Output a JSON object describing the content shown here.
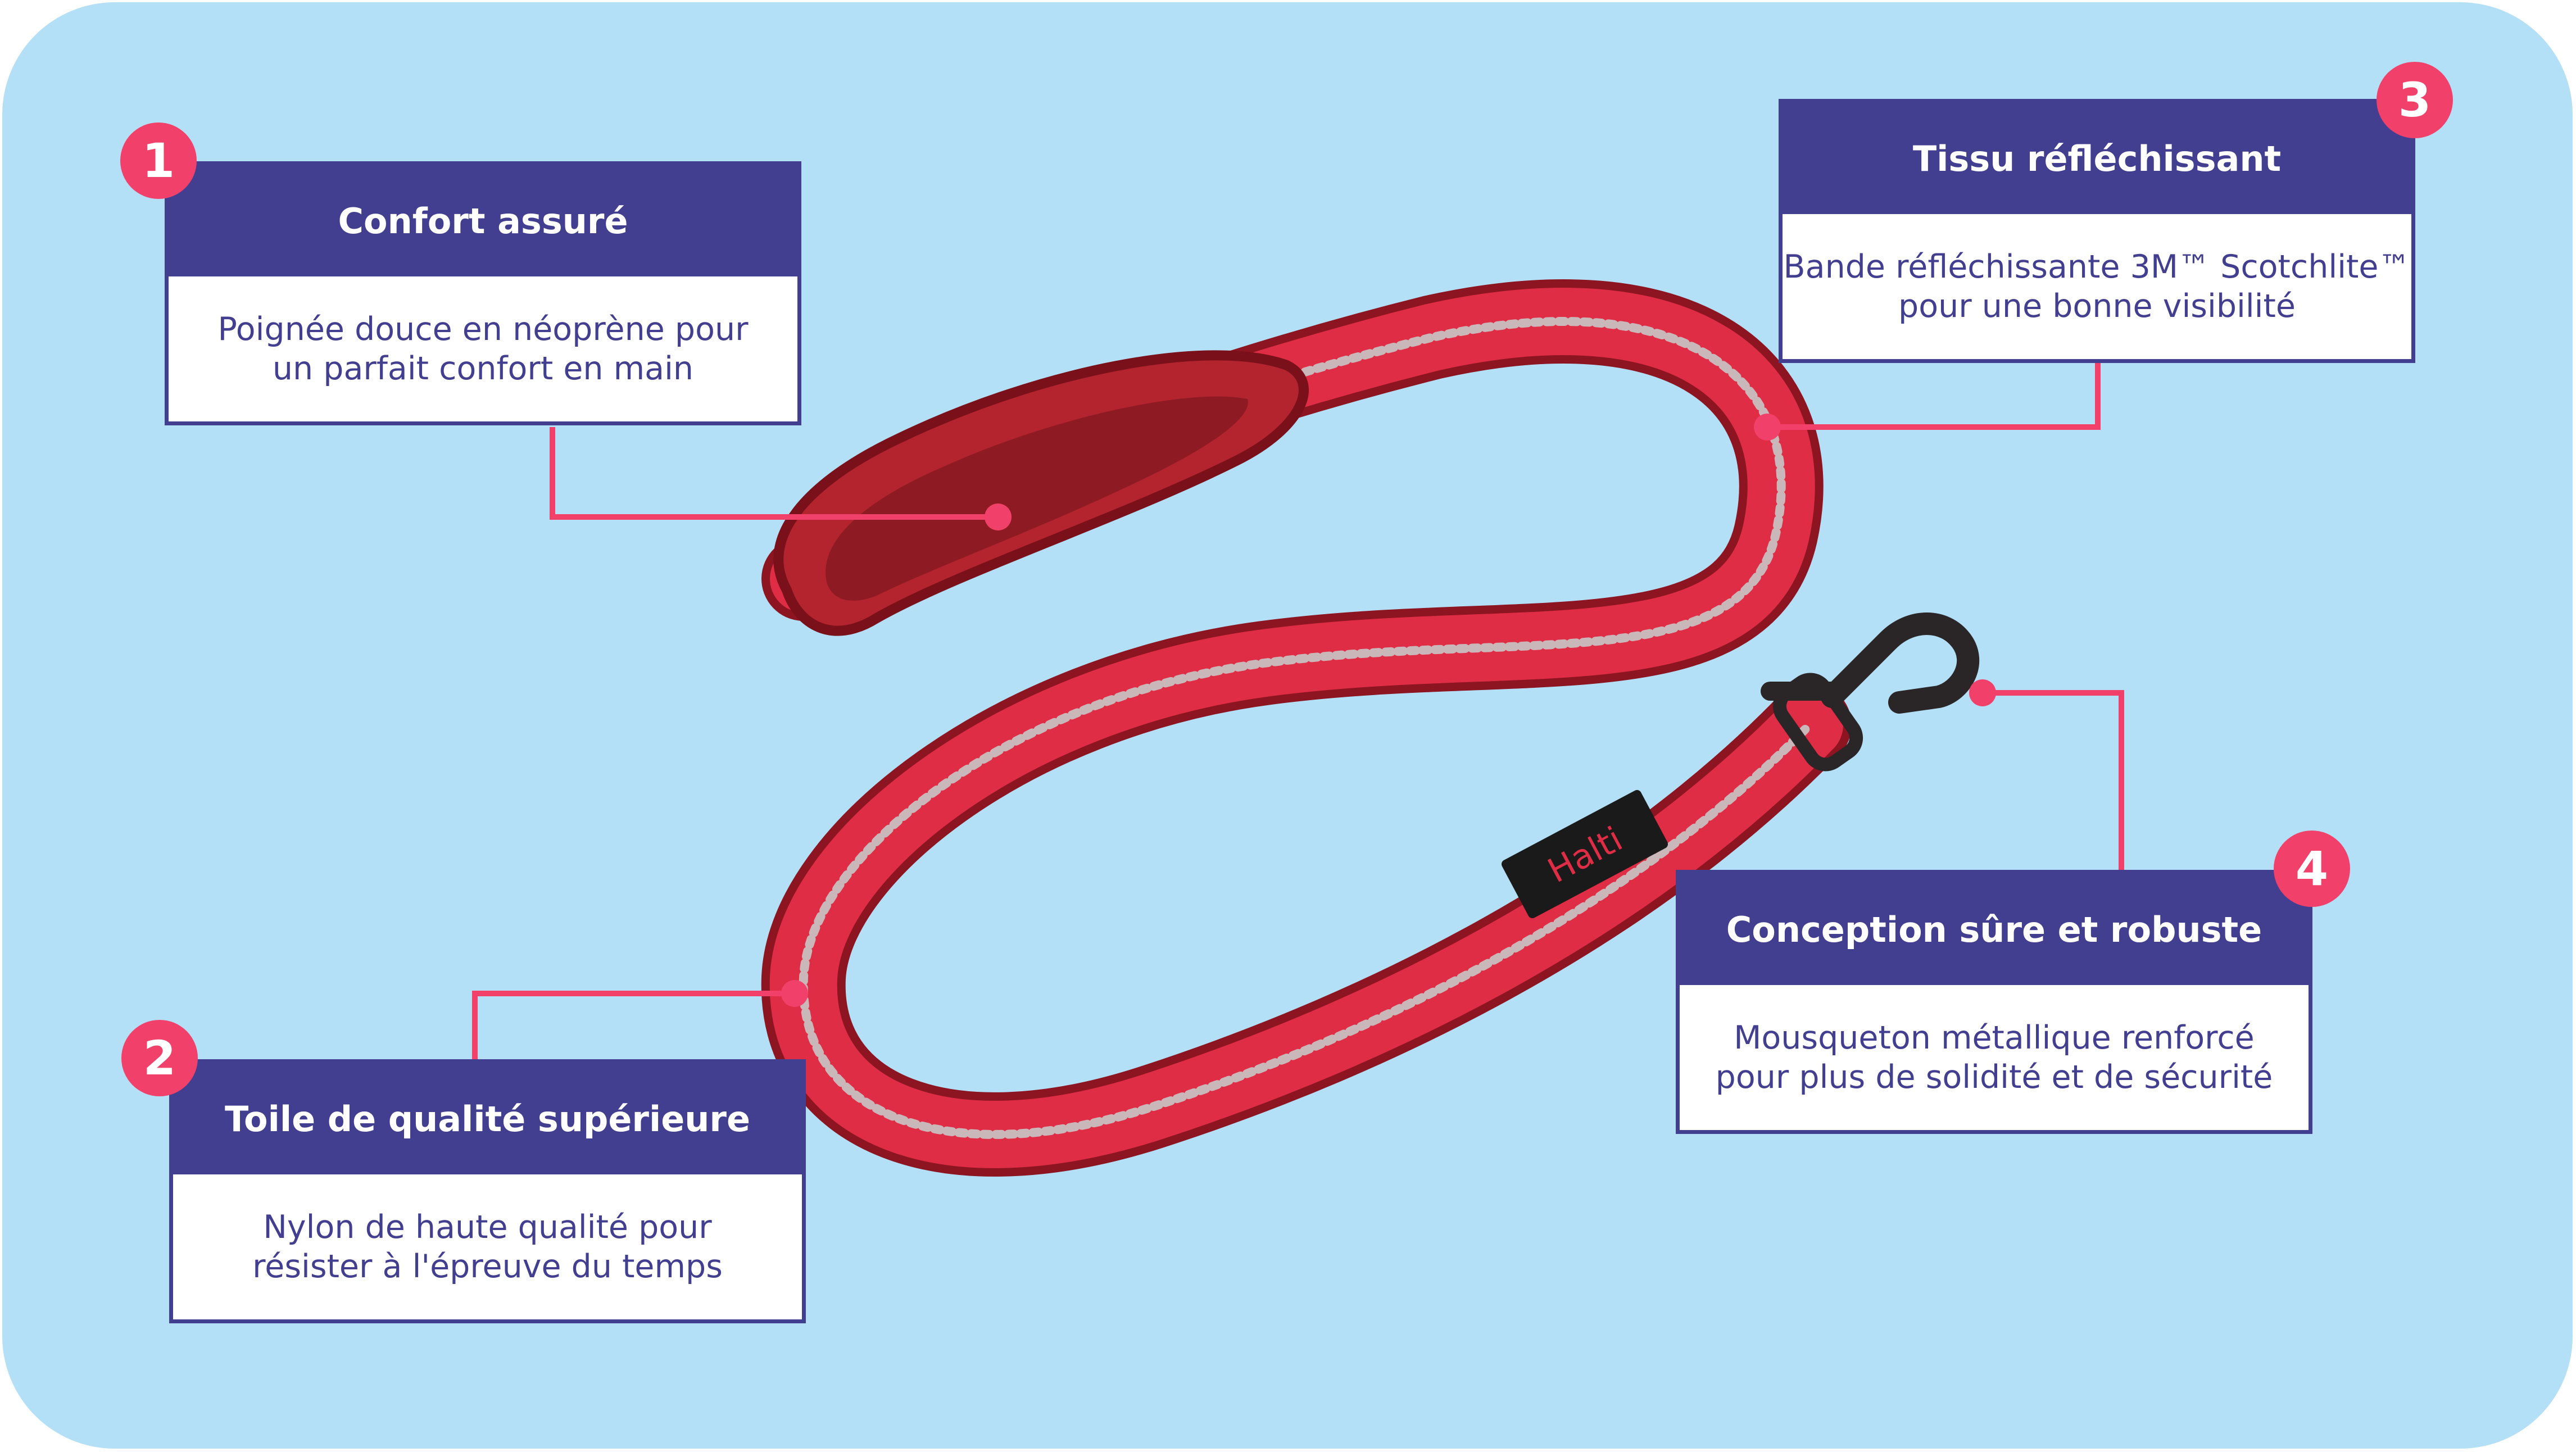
{
  "colors": {
    "background": "#b3e0f7",
    "card_header": "#433f90",
    "card_text": "#433f90",
    "accent": "#f1416a",
    "leash_red": "#e02d46",
    "leash_dark": "#8c1521",
    "reflective": "#b9b4b4"
  },
  "leash": {
    "brand_label": "Halti"
  },
  "features": [
    {
      "number": "1",
      "title": "Confort assuré",
      "line1": "Poignée douce en néoprène pour",
      "line2": "un parfait confort en main"
    },
    {
      "number": "2",
      "title": "Toile de qualité supérieure",
      "line1": "Nylon de haute qualité pour",
      "line2": "résister à l'épreuve du temps"
    },
    {
      "number": "3",
      "title": "Tissu réfléchissant",
      "line1": "Bande réfléchissante 3M™ Scotchlite™",
      "line2": "pour une bonne visibilité"
    },
    {
      "number": "4",
      "title": "Conception sûre et robuste",
      "line1": "Mousqueton métallique renforcé",
      "line2": "pour plus de solidité et de sécurité"
    }
  ]
}
